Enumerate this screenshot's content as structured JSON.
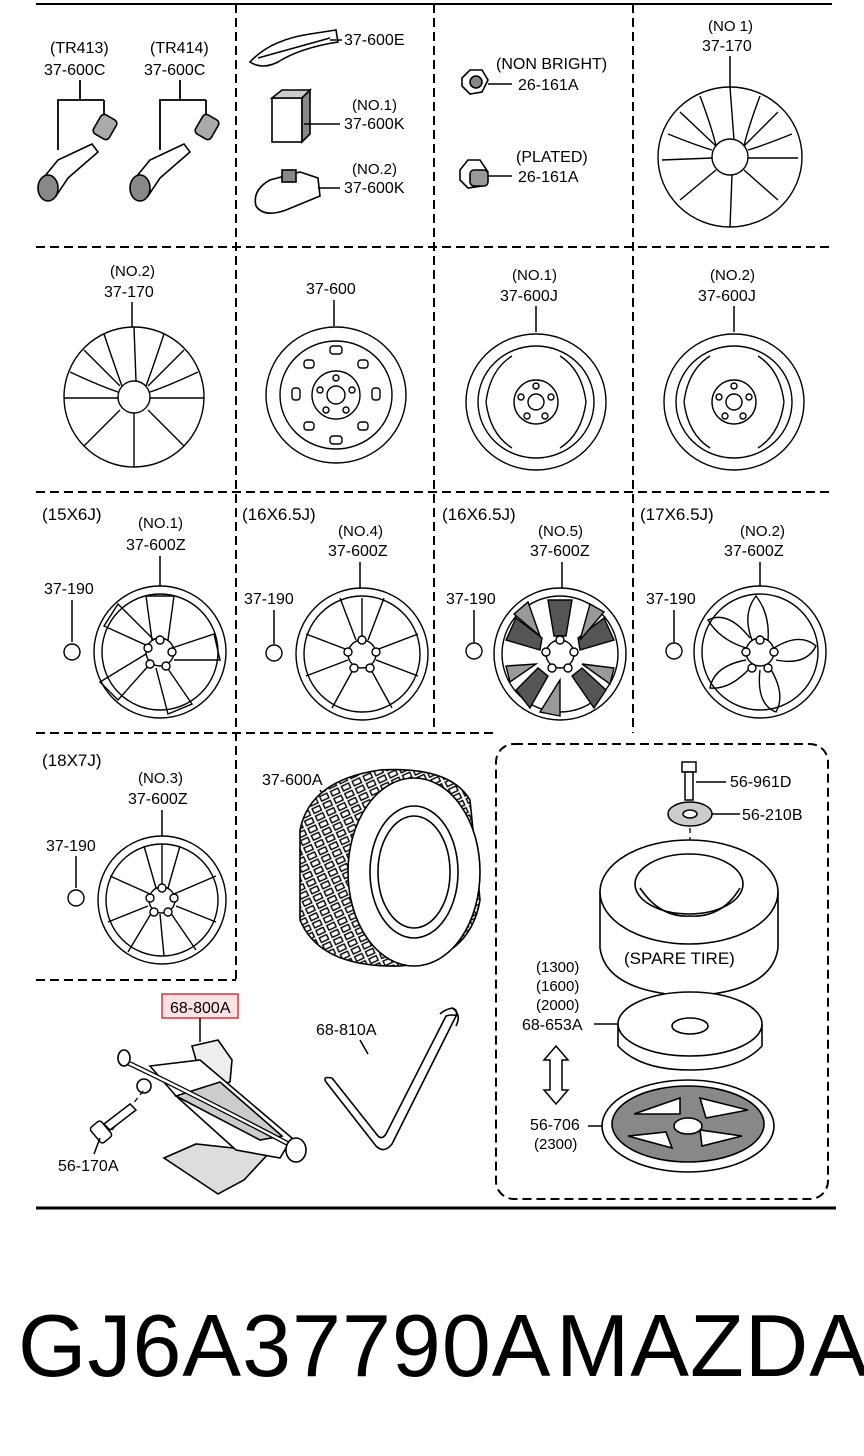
{
  "diagram": {
    "valves": {
      "left": {
        "spec": "(TR413)",
        "part": "37-600C"
      },
      "right": {
        "spec": "(TR414)",
        "part": "37-600C"
      }
    },
    "weights": {
      "e": {
        "part": "37-600E"
      },
      "k1": {
        "no": "(NO.1)",
        "part": "37-600K"
      },
      "k2": {
        "no": "(NO.2)",
        "part": "37-600K"
      }
    },
    "nuts": {
      "nonbright": {
        "desc": "(NON BRIGHT)",
        "part": "26-161A"
      },
      "plated": {
        "desc": "(PLATED)",
        "part": "26-161A"
      }
    },
    "hubcap1": {
      "no": "(NO 1)",
      "part": "37-170"
    },
    "hubcap2": {
      "no": "(NO.2)",
      "part": "37-170"
    },
    "steelwheel": {
      "part": "37-600"
    },
    "compact1": {
      "no": "(NO.1)",
      "part": "37-600J"
    },
    "compact2": {
      "no": "(NO.2)",
      "part": "37-600J"
    },
    "alloys": [
      {
        "size": "(15X6J)",
        "no": "(NO.1)",
        "part": "37-600Z",
        "cap": "37-190"
      },
      {
        "size": "(16X6.5J)",
        "no": "(NO.4)",
        "part": "37-600Z",
        "cap": "37-190"
      },
      {
        "size": "(16X6.5J)",
        "no": "(NO.5)",
        "part": "37-600Z",
        "cap": "37-190"
      },
      {
        "size": "(17X6.5J)",
        "no": "(NO.2)",
        "part": "37-600Z",
        "cap": "37-190"
      }
    ],
    "alloy18": {
      "size": "(18X7J)",
      "no": "(NO.3)",
      "part": "37-600Z",
      "cap": "37-190"
    },
    "tire": {
      "part": "37-600A"
    },
    "spare": {
      "bolt": "56-961D",
      "washer": "56-210B",
      "tire_label": "(SPARE TIRE)",
      "spacer_engines": [
        "(1300)",
        "(1600)",
        "(2000)"
      ],
      "spacer_part": "68-653A",
      "tray_part": "56-706",
      "tray_engine": "(2300)"
    },
    "jack": {
      "part": "68-800A",
      "highlight_color": "#d9363e"
    },
    "handle": {
      "part": "68-810A"
    },
    "pin": {
      "part": "56-170A"
    }
  },
  "footer": {
    "part_number": "GJ6A37790A",
    "brand": "MAZDA"
  }
}
